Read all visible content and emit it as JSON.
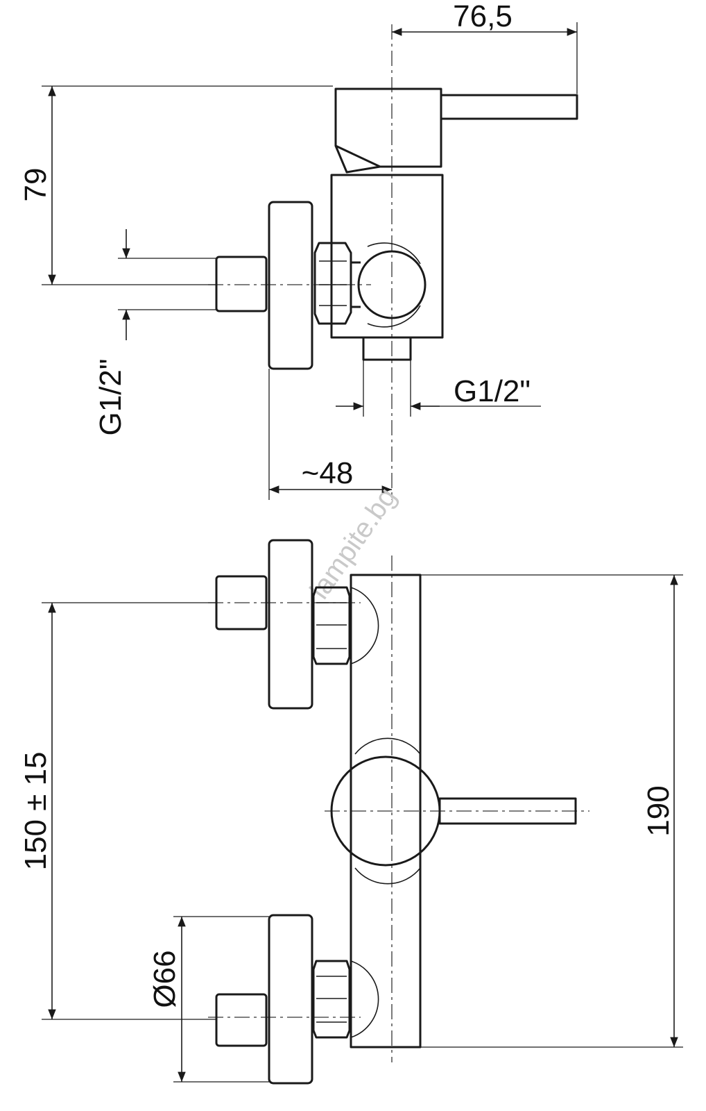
{
  "dimensions": {
    "top_width": "76,5",
    "top_height": "79",
    "inlet_thread_vertical": "G1/2\"",
    "outlet_thread": "G1/2\"",
    "depth": "~48",
    "centers": "150 ± 15",
    "total_height": "190",
    "diameter": "Ø66"
  },
  "watermark": "lampite.bg"
}
